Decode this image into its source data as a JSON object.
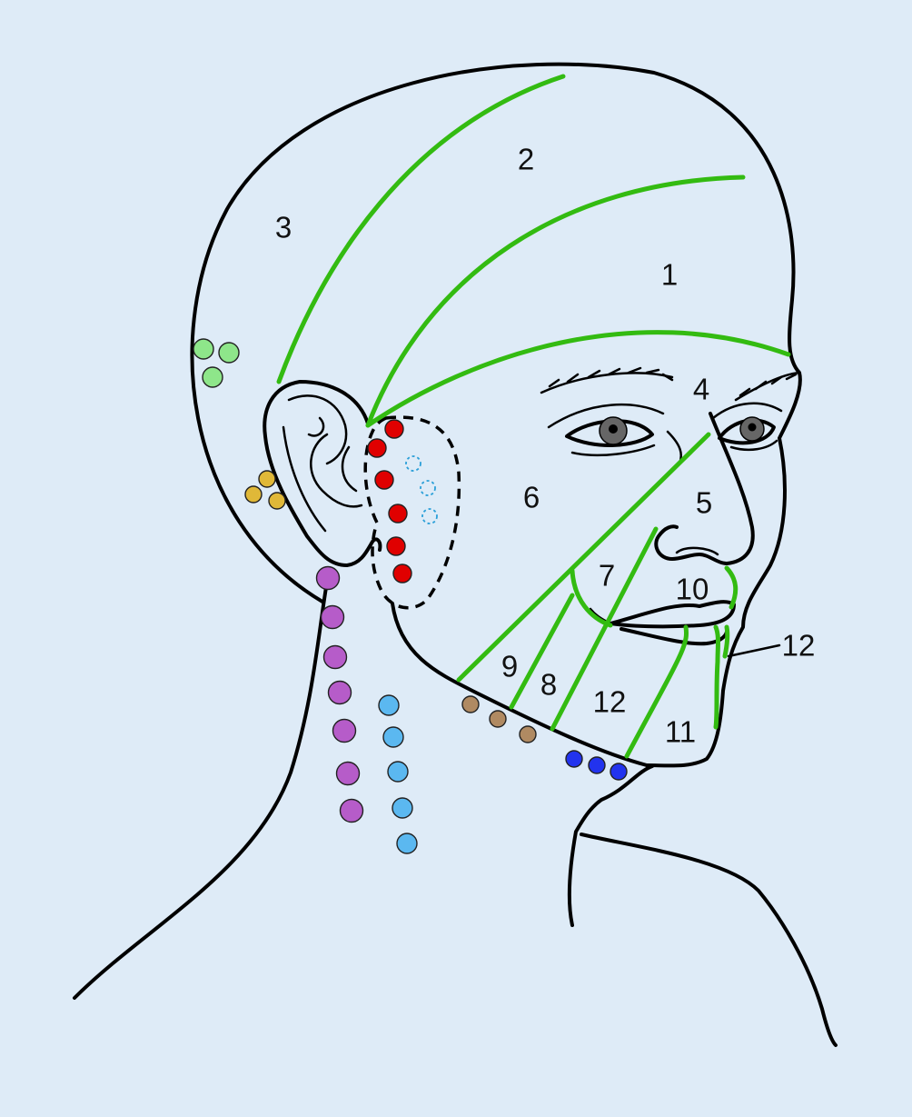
{
  "zone_labels": [
    "1",
    "2",
    "3",
    "4",
    "5",
    "6",
    "7",
    "8",
    "9",
    "10",
    "11",
    "12",
    "12"
  ],
  "node_groups": [
    {
      "group": "occipital-nodes",
      "color": "#8ee68a"
    },
    {
      "group": "postauricular-nodes",
      "color": "#e0b838"
    },
    {
      "group": "preauricular-parotid-nodes",
      "color": "#e00000"
    },
    {
      "group": "deep-parotid-nodes",
      "color": "#2a9fd8"
    },
    {
      "group": "posterior-cervical-nodes",
      "color": "#b65cc9"
    },
    {
      "group": "deep-cervical-nodes",
      "color": "#5bb8f0"
    },
    {
      "group": "submandibular-nodes",
      "color": "#b08a62"
    },
    {
      "group": "submental-nodes",
      "color": "#2233ee"
    }
  ],
  "colors": {
    "background": "#deebf7",
    "zone_line": "#33bb11",
    "outline": "#000000"
  }
}
